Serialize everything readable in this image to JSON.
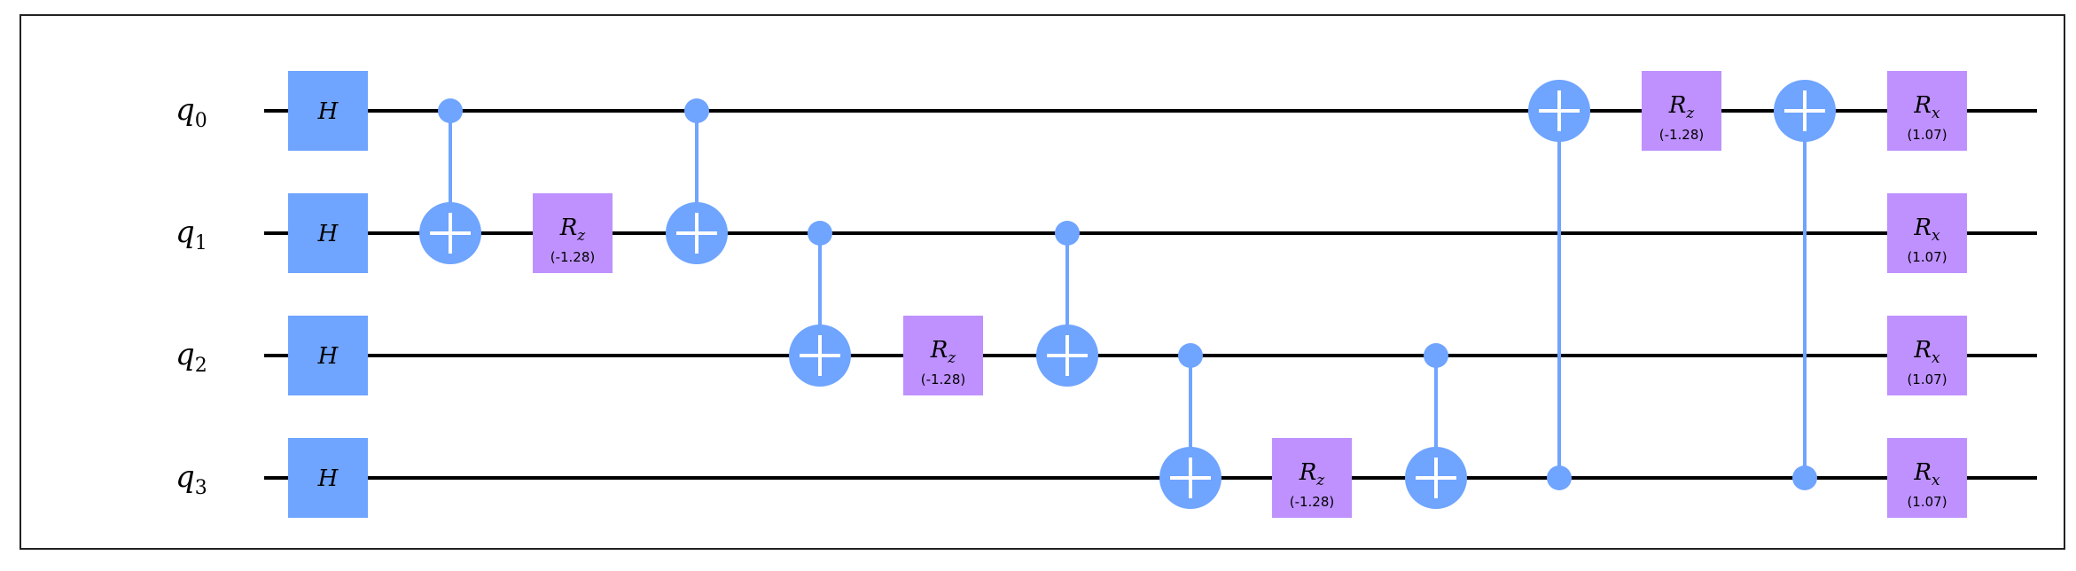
{
  "colors": {
    "h_gate": "#6fa4ff",
    "rz_gate": "#be91ff",
    "rx_gate": "#be91ff",
    "cnot": "#6fa4ff",
    "wire": "#000000",
    "frame": "#222222"
  },
  "circuit": {
    "qubits": [
      {
        "base": "q",
        "index": "0"
      },
      {
        "base": "q",
        "index": "1"
      },
      {
        "base": "q",
        "index": "2"
      },
      {
        "base": "q",
        "index": "3"
      }
    ],
    "gates": [
      {
        "type": "H",
        "qubit": 0,
        "col": 0
      },
      {
        "type": "H",
        "qubit": 1,
        "col": 0
      },
      {
        "type": "H",
        "qubit": 2,
        "col": 0
      },
      {
        "type": "H",
        "qubit": 3,
        "col": 0
      },
      {
        "type": "CX",
        "control": 0,
        "target": 1,
        "col": 1
      },
      {
        "type": "RZ",
        "qubit": 1,
        "param": "(-1.28)",
        "col": 2
      },
      {
        "type": "CX",
        "control": 0,
        "target": 1,
        "col": 3
      },
      {
        "type": "CX",
        "control": 1,
        "target": 2,
        "col": 4
      },
      {
        "type": "RZ",
        "qubit": 2,
        "param": "(-1.28)",
        "col": 5
      },
      {
        "type": "CX",
        "control": 1,
        "target": 2,
        "col": 6
      },
      {
        "type": "CX",
        "control": 2,
        "target": 3,
        "col": 7
      },
      {
        "type": "RZ",
        "qubit": 3,
        "param": "(-1.28)",
        "col": 8
      },
      {
        "type": "CX",
        "control": 2,
        "target": 3,
        "col": 9
      },
      {
        "type": "CX",
        "control": 3,
        "target": 0,
        "col": 10
      },
      {
        "type": "RZ",
        "qubit": 0,
        "param": "(-1.28)",
        "col": 11
      },
      {
        "type": "CX",
        "control": 3,
        "target": 0,
        "col": 12
      },
      {
        "type": "RX",
        "qubit": 0,
        "param": "(1.07)",
        "col": 13
      },
      {
        "type": "RX",
        "qubit": 1,
        "param": "(1.07)",
        "col": 13
      },
      {
        "type": "RX",
        "qubit": 2,
        "param": "(1.07)",
        "col": 13
      },
      {
        "type": "RX",
        "qubit": 3,
        "param": "(1.07)",
        "col": 13
      }
    ],
    "gate_labels": {
      "H": {
        "base": "H",
        "sub": ""
      },
      "RZ": {
        "base": "R",
        "sub": "z"
      },
      "RX": {
        "base": "R",
        "sub": "x"
      }
    }
  }
}
